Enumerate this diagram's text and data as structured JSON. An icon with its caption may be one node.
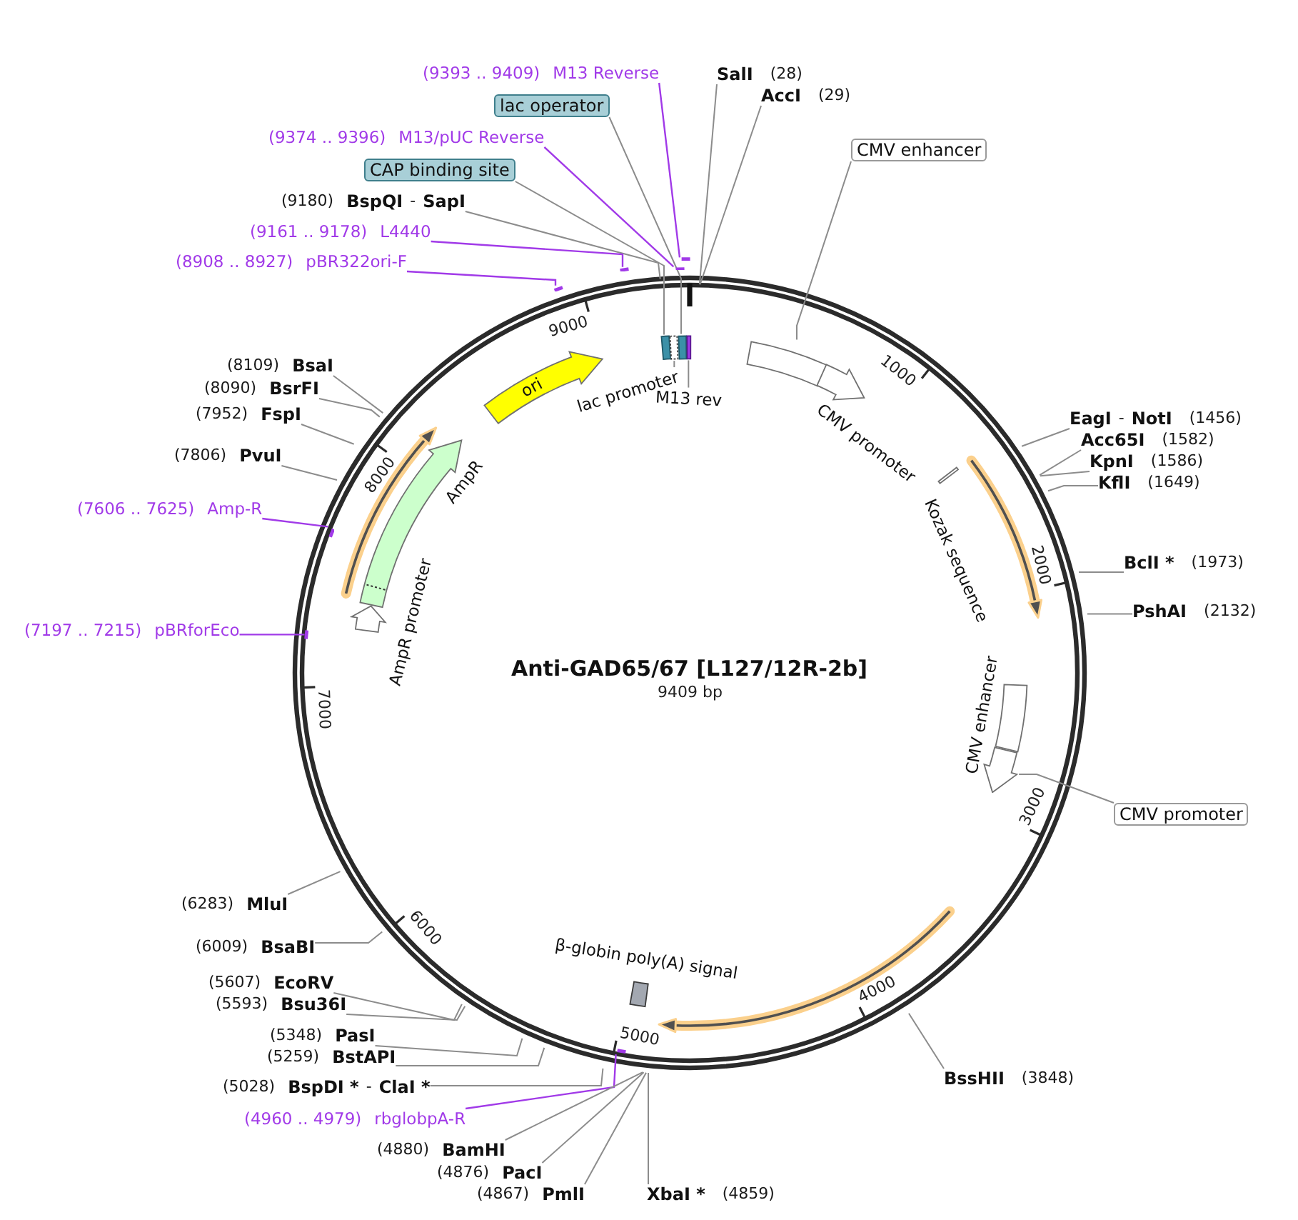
{
  "diagram": {
    "title": "Anti-GAD65/67 [L127/12R-2b]",
    "nodes": [
      {
        "text": [
          "(9393 .. 9409)",
          "M13 Reverse"
        ]
      },
      {
        "text": [
          "SalI",
          "(28)"
        ]
      },
      {
        "text": [
          "lac operator"
        ]
      },
      {
        "text": [
          "AccI",
          "(29)"
        ]
      },
      {
        "text": [
          "(9374 .. 9396)",
          "M13/pUC Reverse"
        ]
      },
      {
        "text": [
          "CMV enhancer"
        ]
      },
      {
        "text": [
          "CAP binding site"
        ]
      },
      {
        "text": [
          "(9180)",
          "BspQI",
          "-",
          "SapI"
        ]
      },
      {
        "text": [
          "(9161 .. 9178)",
          "L4440"
        ]
      },
      {
        "text": [
          "(8908 .. 8927)",
          "pBR322ori-F"
        ]
      },
      {
        "text": [],
        "shape": "bar"
      },
      {
        "text": [],
        "shape": "bar"
      },
      {
        "text": [],
        "shape": "bar"
      },
      {
        "text": [],
        "shape": "bar"
      },
      {
        "text": [],
        "shape": "box"
      },
      {
        "text": [],
        "shape": "box"
      },
      {
        "text": [],
        "shape": "box"
      },
      {
        "text": [],
        "shape": "bar"
      },
      {
        "text": [
          "ori"
        ]
      },
      {
        "text": [
          "lac promoter"
        ]
      },
      {
        "text": [
          "M13 rev"
        ]
      },
      {
        "text": [],
        "shape": "box"
      },
      {
        "text": [],
        "shape": "arrow",
        "beside": [
          "CMV promoter"
        ]
      },
      {
        "text": [
          "(8109)",
          "BsaI"
        ]
      },
      {
        "text": [
          "(8090)",
          "BsrFI"
        ]
      },
      {
        "text": [
          "EagI",
          "-",
          "NotI",
          "(1456)"
        ]
      },
      {
        "text": [
          "(7952)",
          "FspI"
        ]
      },
      {
        "text": [
          "Acc65I",
          "(1582)"
        ]
      },
      {
        "text": [
          "KpnI",
          "(1586)"
        ]
      },
      {
        "text": [
          "KflI",
          "(1649)"
        ]
      },
      {
        "text": [
          "(7806)",
          "PvuI"
        ]
      },
      {
        "text": [],
        "shape": "bar",
        "beside": [
          "Kozak sequence"
        ]
      },
      {
        "text": [],
        "shape": "arrow",
        "beside": [
          "AmpR"
        ]
      },
      {
        "text": [
          "(7606 .. 7625)",
          "Amp-R"
        ]
      },
      {
        "text": [],
        "shape": "bar"
      },
      {
        "text": [
          "BclI *",
          "(1973)"
        ]
      },
      {
        "text": [
          "PshAI",
          "(2132)"
        ]
      },
      {
        "text": [],
        "shape": "arrow",
        "beside": [
          "AmpR promoter"
        ]
      },
      {
        "text": [
          "(7197 .. 7215)",
          "pBRforEco"
        ]
      },
      {
        "text": [],
        "shape": "bar"
      },
      {
        "text": [],
        "shape": "box",
        "beside": [
          "CMV enhancer"
        ]
      },
      {
        "text": [],
        "shape": "arrow"
      },
      {
        "text": [
          "CMV promoter"
        ]
      },
      {
        "text": [
          "(6283)",
          "MluI"
        ]
      },
      {
        "text": [
          "(6009)",
          "BsaBI"
        ]
      },
      {
        "text": [
          "(5607)",
          "EcoRV"
        ]
      },
      {
        "text": [],
        "shape": "box",
        "beside": [
          "β-globin poly(A) signal"
        ]
      },
      {
        "text": [
          "(5593)",
          "Bsu36I"
        ]
      },
      {
        "text": [
          "(5348)",
          "PasI"
        ]
      },
      {
        "text": [],
        "shape": "bar"
      },
      {
        "text": [
          "(5259)",
          "BstAPI"
        ]
      },
      {
        "text": [
          "BssHII",
          "(3848)"
        ]
      },
      {
        "text": [
          "(5028)",
          "BspDI *",
          "-",
          "ClaI *"
        ]
      },
      {
        "text": [
          "(4960 .. 4979)",
          "rbglobpA-R"
        ]
      },
      {
        "text": [
          "(4880)",
          "BamHI"
        ]
      },
      {
        "text": [
          "(4876)",
          "PacI"
        ]
      },
      {
        "text": [
          "(4867)",
          "PmlI"
        ]
      },
      {
        "text": [
          "XbaI *",
          "(4859)"
        ]
      }
    ],
    "edges": [
      {
        "from": 0,
        "to": 13,
        "arrow": "none",
        "color": "#a13ae8"
      },
      {
        "from": 1,
        "to": null,
        "arrow": "none"
      },
      {
        "from": 2,
        "to": 16,
        "arrow": "none"
      },
      {
        "from": 3,
        "to": null,
        "arrow": "none"
      },
      {
        "from": 4,
        "to": 12,
        "arrow": "none",
        "color": "#a13ae8"
      },
      {
        "from": 5,
        "to": 21,
        "arrow": "none"
      },
      {
        "from": 6,
        "to": 14,
        "arrow": "none"
      },
      {
        "from": 7,
        "to": null,
        "arrow": "none"
      },
      {
        "from": 8,
        "to": 11,
        "arrow": "none",
        "color": "#a13ae8"
      },
      {
        "from": 9,
        "to": 10,
        "arrow": "none",
        "color": "#a13ae8"
      },
      {
        "from": 19,
        "to": 15,
        "arrow": "none"
      },
      {
        "from": 20,
        "to": 17,
        "arrow": "none"
      },
      {
        "from": 23,
        "to": null,
        "arrow": "none"
      },
      {
        "from": 24,
        "to": null,
        "arrow": "none"
      },
      {
        "from": 25,
        "to": null,
        "arrow": "none"
      },
      {
        "from": 26,
        "to": null,
        "arrow": "none"
      },
      {
        "from": 27,
        "to": null,
        "arrow": "none"
      },
      {
        "from": 28,
        "to": null,
        "arrow": "none"
      },
      {
        "from": 29,
        "to": null,
        "arrow": "none"
      },
      {
        "from": 30,
        "to": null,
        "arrow": "none"
      },
      {
        "from": 33,
        "to": 34,
        "arrow": "none",
        "color": "#a13ae8"
      },
      {
        "from": 35,
        "to": null,
        "arrow": "none"
      },
      {
        "from": 36,
        "to": null,
        "arrow": "none"
      },
      {
        "from": 38,
        "to": 39,
        "arrow": "none",
        "color": "#a13ae8"
      },
      {
        "from": 42,
        "to": 41,
        "arrow": "none"
      },
      {
        "from": 43,
        "to": null,
        "arrow": "none"
      },
      {
        "from": 44,
        "to": null,
        "arrow": "none"
      },
      {
        "from": 45,
        "to": null,
        "arrow": "none"
      },
      {
        "from": 47,
        "to": null,
        "arrow": "none"
      },
      {
        "from": 48,
        "to": null,
        "arrow": "none"
      },
      {
        "from": 50,
        "to": null,
        "arrow": "none"
      },
      {
        "from": 51,
        "to": null,
        "arrow": "none"
      },
      {
        "from": 52,
        "to": null,
        "arrow": "none"
      },
      {
        "from": 53,
        "to": 49,
        "arrow": "none",
        "color": "#a13ae8"
      },
      {
        "from": 54,
        "to": null,
        "arrow": "none"
      },
      {
        "from": 55,
        "to": null,
        "arrow": "none"
      },
      {
        "from": 56,
        "to": null,
        "arrow": "none"
      },
      {
        "from": 57,
        "to": null,
        "arrow": "none"
      }
    ],
    "labels": [
      "9000",
      "1000",
      "8000",
      "2000",
      "9409 bp",
      "7000",
      "3000",
      "6000",
      "4000",
      "5000"
    ]
  }
}
